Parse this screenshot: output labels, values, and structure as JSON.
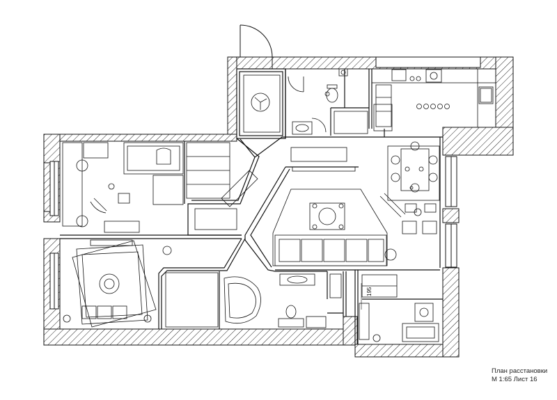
{
  "title_block": {
    "line1": "План расстановки",
    "line2": "М 1:65 Лист 16"
  },
  "dimensions": {
    "bath_niche": "195"
  },
  "icons": [
    "door-swing-icon",
    "bathtub-icon",
    "toilet-icon",
    "sink-icon",
    "stove-icon",
    "bed-icon",
    "sofa-icon",
    "dining-table-icon",
    "chair-icon",
    "armchair-icon",
    "plant-icon",
    "washing-machine-icon",
    "shower-icon"
  ]
}
